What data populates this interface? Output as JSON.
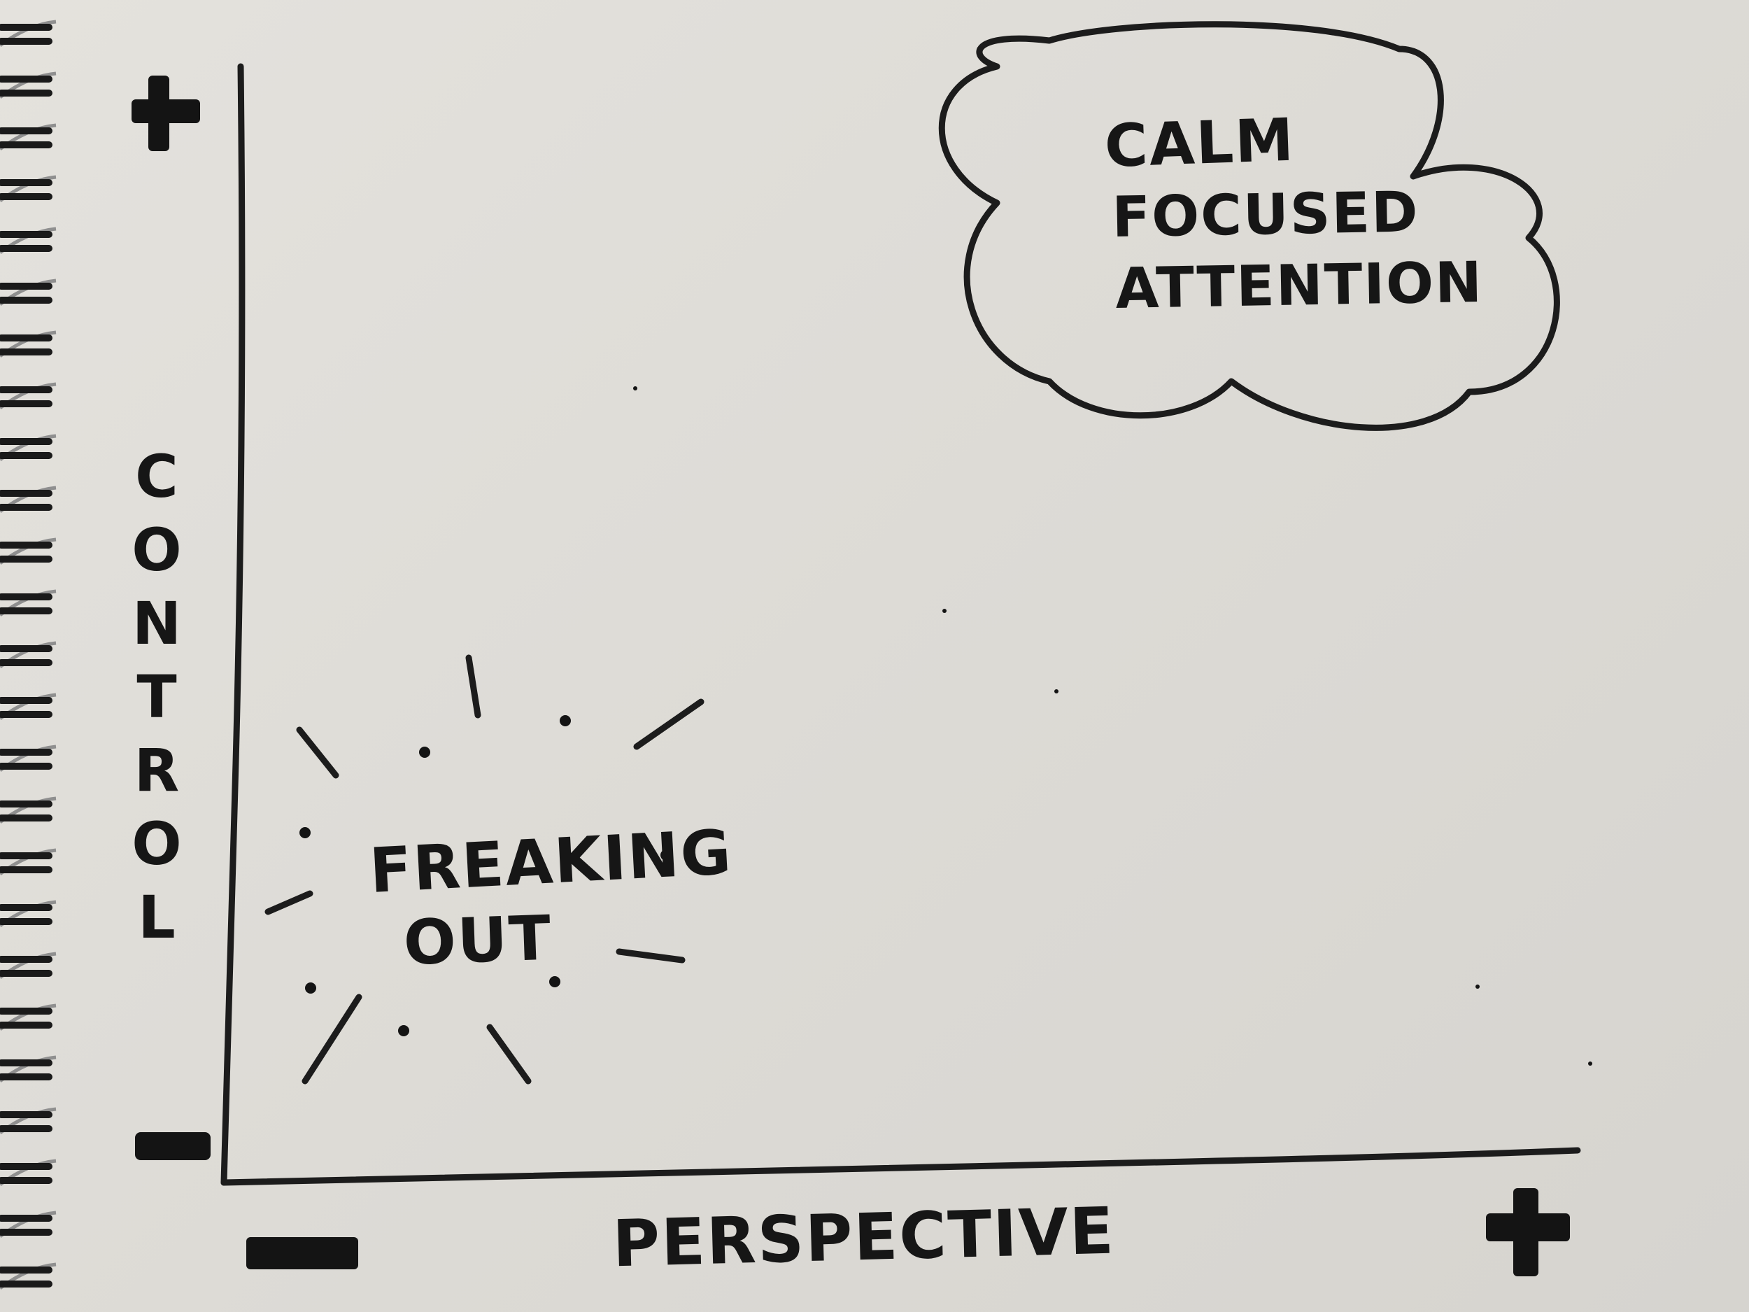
{
  "diagram": {
    "axes": {
      "y_axis_label": "CONTROL",
      "x_axis_label": "PERSPECTIVE",
      "y_axis_high_marker": "+",
      "y_axis_low_marker": "−",
      "x_axis_low_marker": "−",
      "x_axis_high_marker": "+"
    },
    "regions": {
      "high_quadrant_label": [
        "CALM",
        "FOCUSED",
        "ATTENTION"
      ],
      "high_quadrant_shape": "cloud",
      "low_quadrant_label": [
        "FREAKING",
        "OUT"
      ],
      "low_quadrant_shape": "burst"
    },
    "colors": {
      "paper": "#e2e0db",
      "ink": "#1c1c1c"
    }
  }
}
